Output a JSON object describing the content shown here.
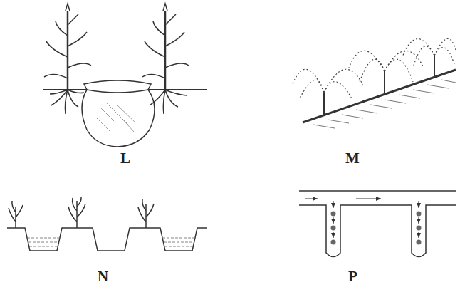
{
  "diagram": {
    "labels": [
      "L",
      "M",
      "N",
      "P"
    ]
  }
}
